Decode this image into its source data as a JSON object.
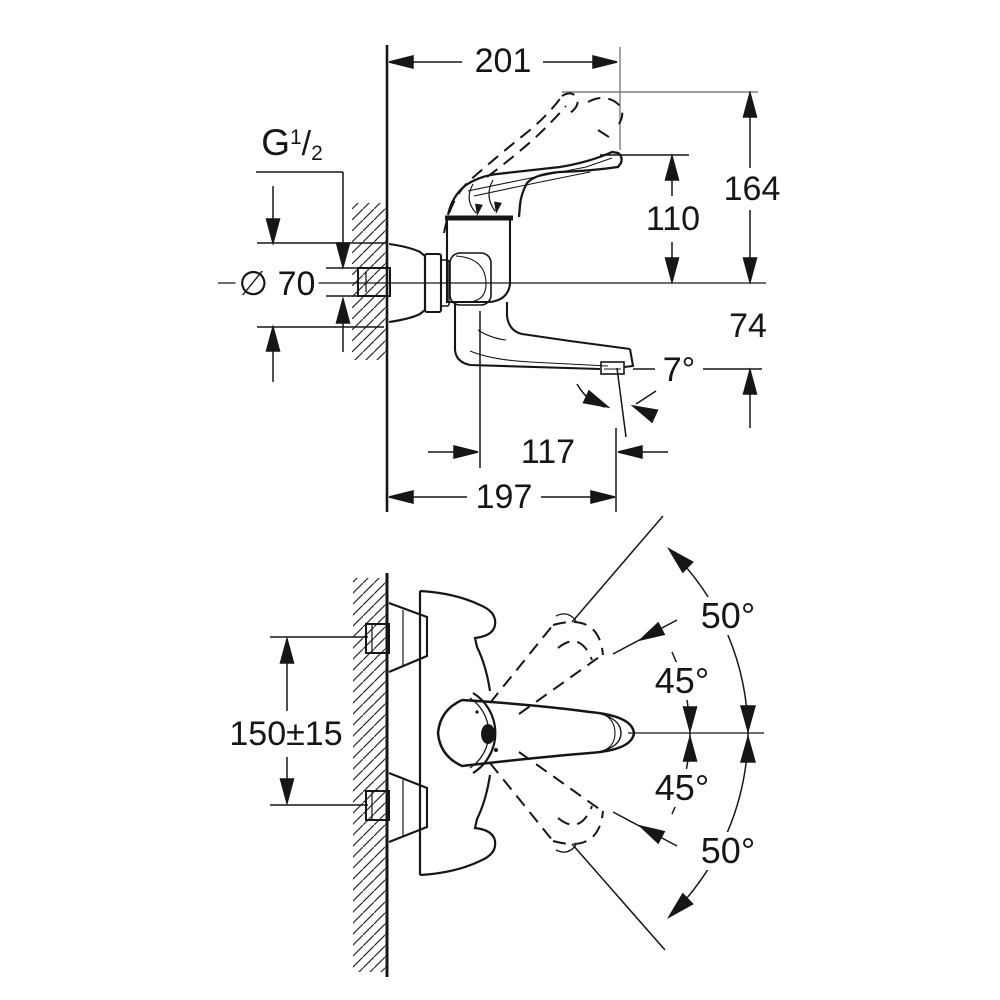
{
  "drawing": {
    "title": "wall-mounted single-lever mixer dimensional drawing",
    "colors": {
      "line": "#161616",
      "extension": "#7d7d7d",
      "background": "#ffffff"
    },
    "side_view": {
      "thread_label": {
        "prefix": "G",
        "sup": "1",
        "slash": "/",
        "sub": "2"
      },
      "diameter_label": {
        "symbol": "∅",
        "value": "70"
      },
      "dims": {
        "width_total": "201",
        "height_above_axis": "164",
        "lever_height": "110",
        "spout_drop": "74",
        "spout_angle": "7°",
        "spout_reach": "117",
        "reach_total": "197"
      }
    },
    "top_view": {
      "mount_distance": "150±15",
      "angles": {
        "outer_top": "50°",
        "inner_top": "45°",
        "inner_bottom": "45°",
        "outer_bottom": "50°"
      }
    }
  }
}
